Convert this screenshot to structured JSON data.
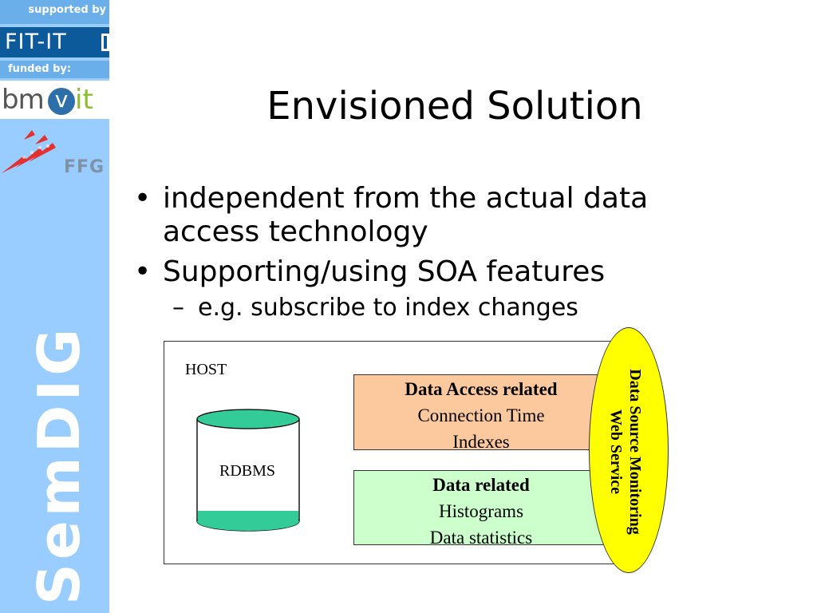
{
  "sidebar": {
    "supported_by": "supported by",
    "fitit_logo": "FIT-IT",
    "funded_by": "funded by:",
    "bmvit_logo": {
      "bm": "bm",
      "v": "v",
      "it": "it"
    },
    "ffg_logo": "FFG",
    "semdig_label": "SemDIG",
    "background_color": "#99ccff"
  },
  "slide": {
    "title": "Envisioned Solution",
    "bullets": [
      {
        "text": "independent from the actual data access technology"
      },
      {
        "text": "Supporting/using SOA features"
      }
    ],
    "sub_bullet": "e.g. subscribe to index changes"
  },
  "diagram": {
    "host_label": "HOST",
    "rdbms_label": "RDBMS",
    "data_access_box": {
      "heading": "Data Access related",
      "lines": [
        "Connection Time",
        "Indexes"
      ],
      "color": "#fcc99e"
    },
    "data_related_box": {
      "heading": "Data related",
      "lines": [
        "Histograms",
        "Data statistics"
      ],
      "color": "#ccffcc"
    },
    "monitoring_service": {
      "line1": "Data Source Monitoring",
      "line2": "Web Service",
      "color": "#ffff00"
    },
    "cylinder_color": "#33cc99"
  }
}
